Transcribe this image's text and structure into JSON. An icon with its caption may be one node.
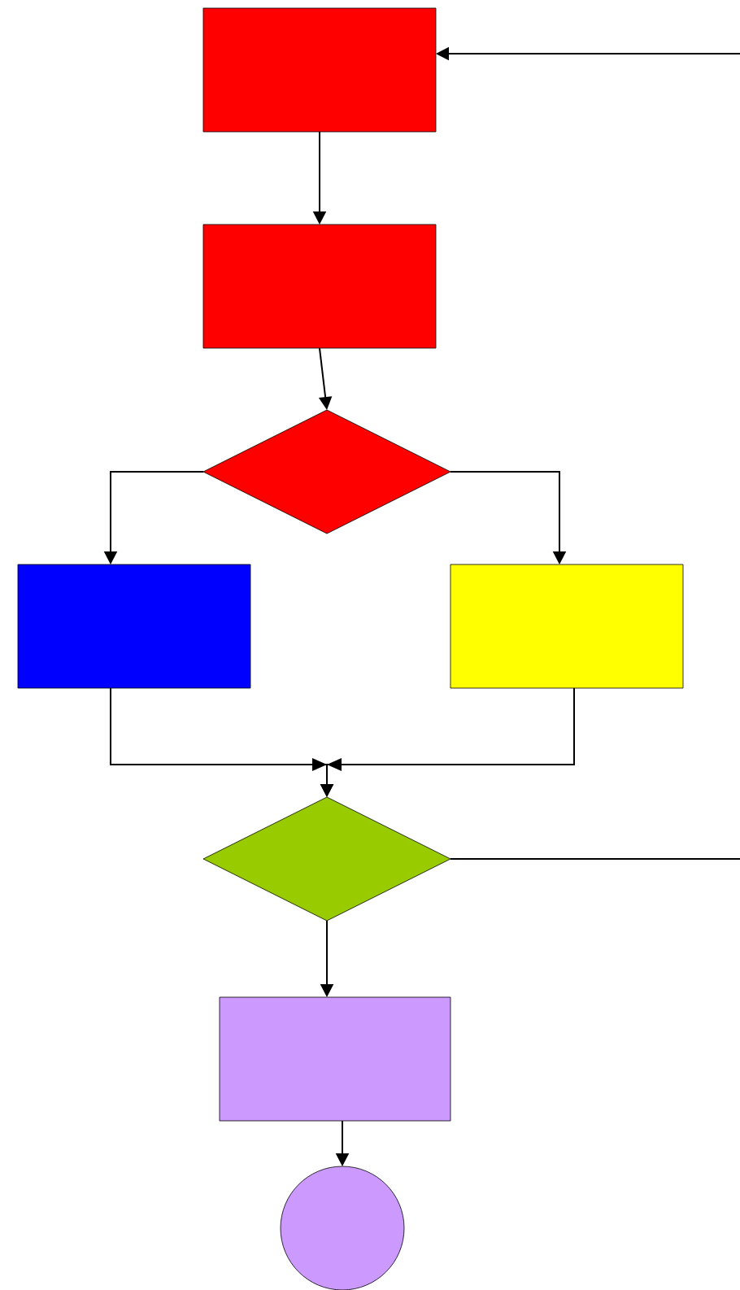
{
  "diagram": {
    "nodes": [
      {
        "text": [],
        "shape": "box"
      },
      {
        "text": [],
        "shape": "box"
      },
      {
        "text": [],
        "shape": "diamond"
      },
      {
        "text": [],
        "shape": "box"
      },
      {
        "text": [],
        "shape": "box"
      },
      {
        "text": [],
        "shape": "diamond"
      },
      {
        "text": [],
        "shape": "box"
      },
      {
        "text": [],
        "shape": "circle"
      }
    ],
    "edges": [
      {
        "from": null,
        "to": 0,
        "arrow": "to"
      },
      {
        "from": 0,
        "to": 1,
        "arrow": "to"
      },
      {
        "from": 1,
        "to": 2,
        "arrow": "to"
      },
      {
        "from": 2,
        "to": 3,
        "arrow": "to"
      },
      {
        "from": 2,
        "to": 4,
        "arrow": "to"
      },
      {
        "from": 3,
        "to": 5,
        "arrow": "to"
      },
      {
        "from": 4,
        "to": 5,
        "arrow": "to"
      },
      {
        "from": 5,
        "to": null,
        "arrow": "none"
      },
      {
        "from": 5,
        "to": 6,
        "arrow": "to"
      },
      {
        "from": 6,
        "to": 7,
        "arrow": "to"
      }
    ]
  }
}
